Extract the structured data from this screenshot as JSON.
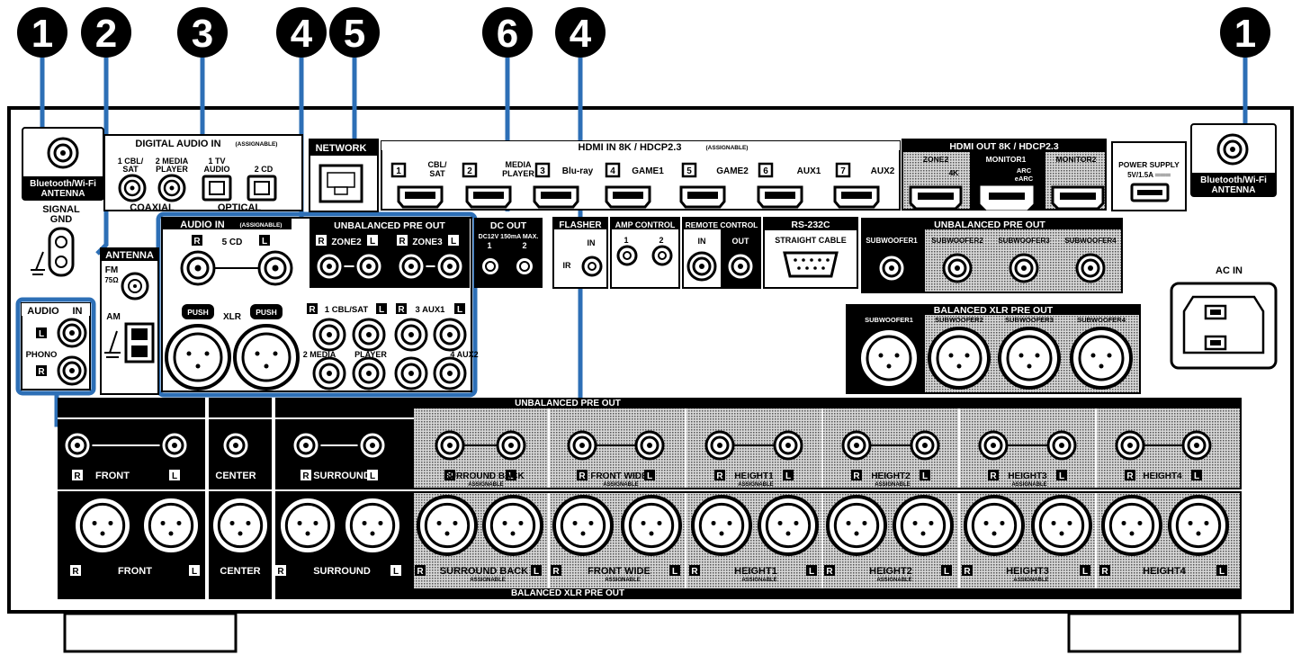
{
  "callouts": [
    "1",
    "2",
    "3",
    "4",
    "5",
    "6",
    "4",
    "1"
  ],
  "bt": {
    "left_line1": "Bluetooth/Wi-Fi",
    "left_line2": "ANTENNA",
    "right_line1": "Bluetooth/Wi-Fi",
    "right_line2": "ANTENNA"
  },
  "signal_gnd": {
    "line1": "SIGNAL",
    "line2": "GND"
  },
  "digital": {
    "title": "DIGITAL AUDIO IN",
    "assign": "(ASSIGNABLE)",
    "cbl1": "1 CBL/",
    "cbl2": "SAT",
    "mp1": "2 MEDIA",
    "mp2": "PLAYER",
    "tv1": "1 TV",
    "tv2": "AUDIO",
    "cd": "2 CD",
    "coaxial": "COAXIAL",
    "optical": "OPTICAL"
  },
  "network": {
    "label": "NETWORK"
  },
  "hdmi_in": {
    "title": "HDMI IN 8K / HDCP2.3",
    "assign": "(ASSIGNABLE)",
    "n1": "1",
    "l1a": "CBL/",
    "l1b": "SAT",
    "n2": "2",
    "l2a": "MEDIA",
    "l2b": "PLAYER",
    "n3": "3",
    "l3": "Blu-ray",
    "n4": "4",
    "l4": "GAME1",
    "n5": "5",
    "l5": "GAME2",
    "n6": "6",
    "l6": "AUX1",
    "n7": "7",
    "l7": "AUX2"
  },
  "hdmi_out": {
    "title": "HDMI OUT 8K / HDCP2.3",
    "zone2": "ZONE2",
    "zone2b": "4K",
    "mon1": "MONITOR1",
    "arc1": "ARC",
    "arc2": "eARC",
    "mon2": "MONITOR2"
  },
  "power": {
    "line1": "POWER SUPPLY",
    "line2": "5V/1.5A ═══"
  },
  "antenna": {
    "title": "ANTENNA",
    "fm": "FM",
    "ohm": "75Ω",
    "am": "AM"
  },
  "audio_in": {
    "title": "AUDIO IN",
    "assign": "(ASSIGNABLE)",
    "r": "R",
    "l": "L",
    "cd": "5 CD",
    "xlr": "XLR",
    "push": "PUSH",
    "cbl": "1 CBL/SAT",
    "aux1": "3 AUX1",
    "media": "2 MEDIA",
    "player": "PLAYER",
    "aux2": "4 AUX2"
  },
  "phono": {
    "audio": "AUDIO",
    "in": "IN",
    "phono": "PHONO",
    "l": "L",
    "r": "R"
  },
  "unbal_zone": {
    "title": "UNBALANCED PRE OUT",
    "zone2": "ZONE2",
    "zone3": "ZONE3",
    "r": "R",
    "l": "L"
  },
  "dc_out": {
    "title": "DC OUT",
    "spec": "DC12V 150mA MAX.",
    "n1": "1",
    "n2": "2"
  },
  "flasher": {
    "title": "FLASHER",
    "in": "IN",
    "ir": "IR"
  },
  "amp_control": {
    "title": "AMP CONTROL",
    "n1": "1",
    "n2": "2"
  },
  "remote": {
    "title": "REMOTE CONTROL",
    "in": "IN",
    "out": "OUT"
  },
  "rs232c": {
    "title": "RS-232C",
    "sub": "STRAIGHT CABLE"
  },
  "unbal_sub": {
    "title": "UNBALANCED PRE OUT",
    "s1": "SUBWOOFER1",
    "s2": "SUBWOOFER2",
    "s3": "SUBWOOFER3",
    "s4": "SUBWOOFER4"
  },
  "ac_in": {
    "label": "AC IN"
  },
  "bal_sub": {
    "title": "BALANCED XLR PRE OUT",
    "s1": "SUBWOOFER1",
    "s2": "SUBWOOFER2",
    "s3": "SUBWOOFER3",
    "s4": "SUBWOOFER4"
  },
  "unbal_main": {
    "title": "UNBALANCED PRE OUT",
    "front": "FRONT",
    "center": "CENTER",
    "surround": "SURROUND",
    "sb": "SURROUND BACK",
    "fw": "FRONT WIDE",
    "h1": "HEIGHT1",
    "h2": "HEIGHT2",
    "h3": "HEIGHT3",
    "h4": "HEIGHT4",
    "assign": "ASSIGNABLE",
    "r": "R",
    "l": "L"
  },
  "bal_main": {
    "title": "BALANCED XLR PRE OUT",
    "front": "FRONT",
    "center": "CENTER",
    "surround": "SURROUND",
    "sb": "SURROUND BACK",
    "fw": "FRONT WIDE",
    "h1": "HEIGHT1",
    "h2": "HEIGHT2",
    "h3": "HEIGHT3",
    "h4": "HEIGHT4",
    "assign": "ASSIGNABLE",
    "r": "R",
    "l": "L"
  }
}
